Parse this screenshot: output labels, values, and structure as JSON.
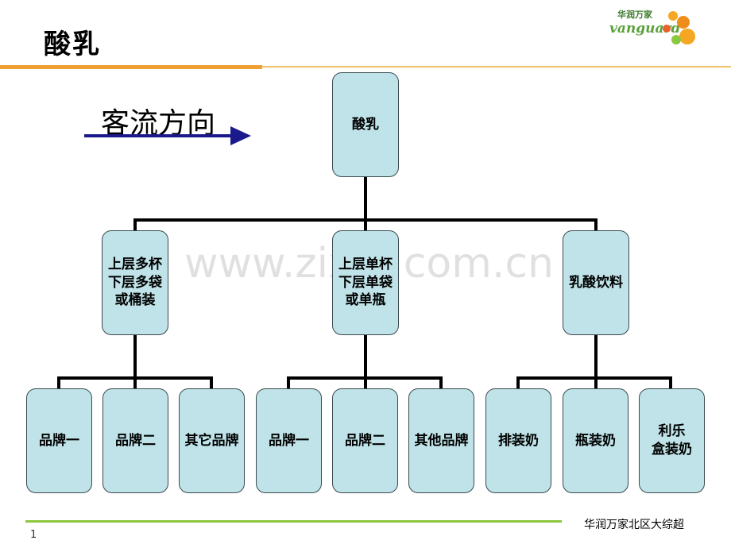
{
  "slide": {
    "title": "酸乳",
    "flow_direction": "客流方向",
    "watermark": "www.zixin.com.cn",
    "footer": "华润万家北区大综超",
    "page_number": "1"
  },
  "logo": {
    "cn": "华润万家",
    "en": "vanguard"
  },
  "colors": {
    "node_fill": "#bfe3e8",
    "top_rule": "#f0a030",
    "bottom_rule": "#8dc63f",
    "arrow": "#1a1a8c"
  },
  "diagram": {
    "root": "酸乳",
    "level1": [
      "上层多杯\n下层多袋\n或桶装",
      "上层单杯\n下层单袋\n或单瓶",
      "乳酸饮料"
    ],
    "level2": [
      [
        "品牌一",
        "品牌二",
        "其它品牌"
      ],
      [
        "品牌一",
        "品牌二",
        "其他品牌"
      ],
      [
        "排装奶",
        "瓶装奶",
        "利乐\n盒装奶"
      ]
    ]
  }
}
